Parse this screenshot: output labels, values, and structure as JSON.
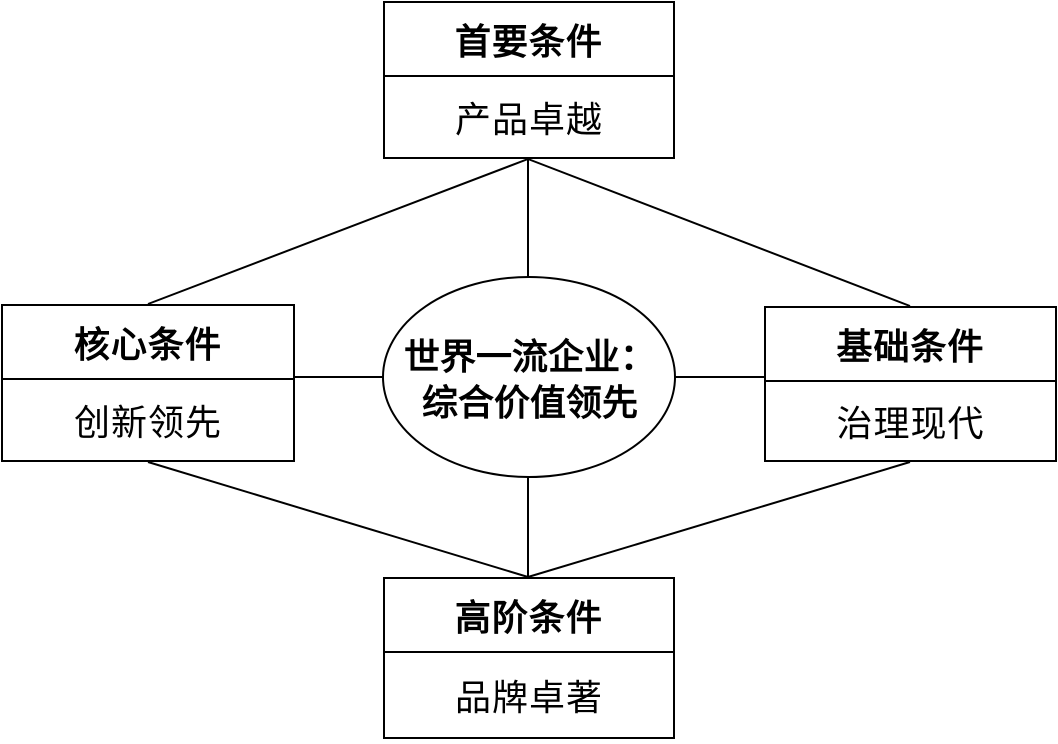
{
  "nodes": {
    "top": {
      "header": "首要条件",
      "content": "产品卓越"
    },
    "left": {
      "header": "核心条件",
      "content": "创新领先"
    },
    "right": {
      "header": "基础条件",
      "content": "治理现代"
    },
    "bottom": {
      "header": "高阶条件",
      "content": "品牌卓著"
    }
  },
  "center": {
    "line1": "世界一流企业：",
    "line2": "综合价值领先"
  }
}
